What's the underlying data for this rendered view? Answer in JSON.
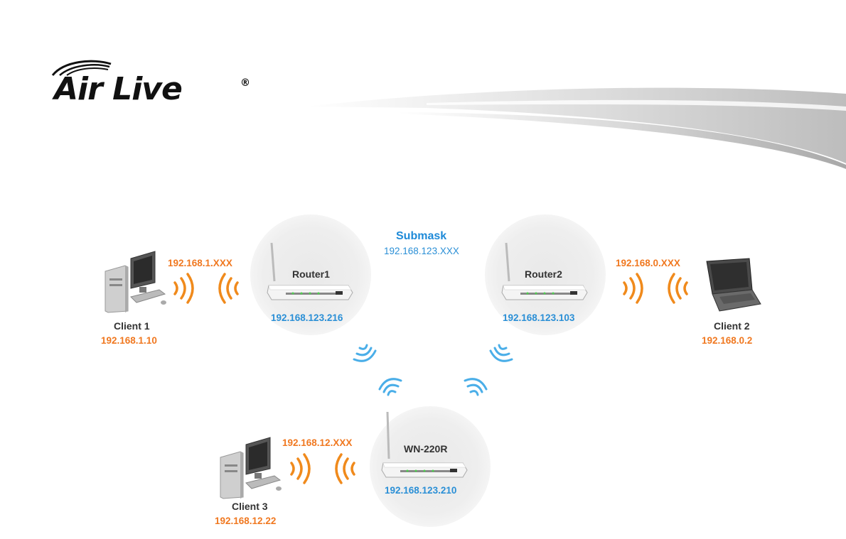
{
  "header": {
    "logo_text": "Air Live",
    "logo_mark": "®"
  },
  "submask": {
    "title": "Submask",
    "value": "192.168.123.XXX"
  },
  "routers": [
    {
      "name": "Router1",
      "ip": "192.168.123.216"
    },
    {
      "name": "Router2",
      "ip": "192.168.123.103"
    },
    {
      "name": "WN-220R",
      "ip": "192.168.123.210"
    }
  ],
  "clients": [
    {
      "name": "Client 1",
      "ip": "192.168.1.10",
      "subnet": "192.168.1.XXX"
    },
    {
      "name": "Client 2",
      "ip": "192.168.0.2",
      "subnet": "192.168.0.XXX"
    },
    {
      "name": "Client 3",
      "ip": "192.168.12.22",
      "subnet": "192.168.12.XXX"
    }
  ],
  "colors": {
    "client_wave": "#f08a1c",
    "router_wave": "#4aaee8",
    "ip_blue": "#2a8fd6",
    "ip_orange": "#f07820"
  }
}
